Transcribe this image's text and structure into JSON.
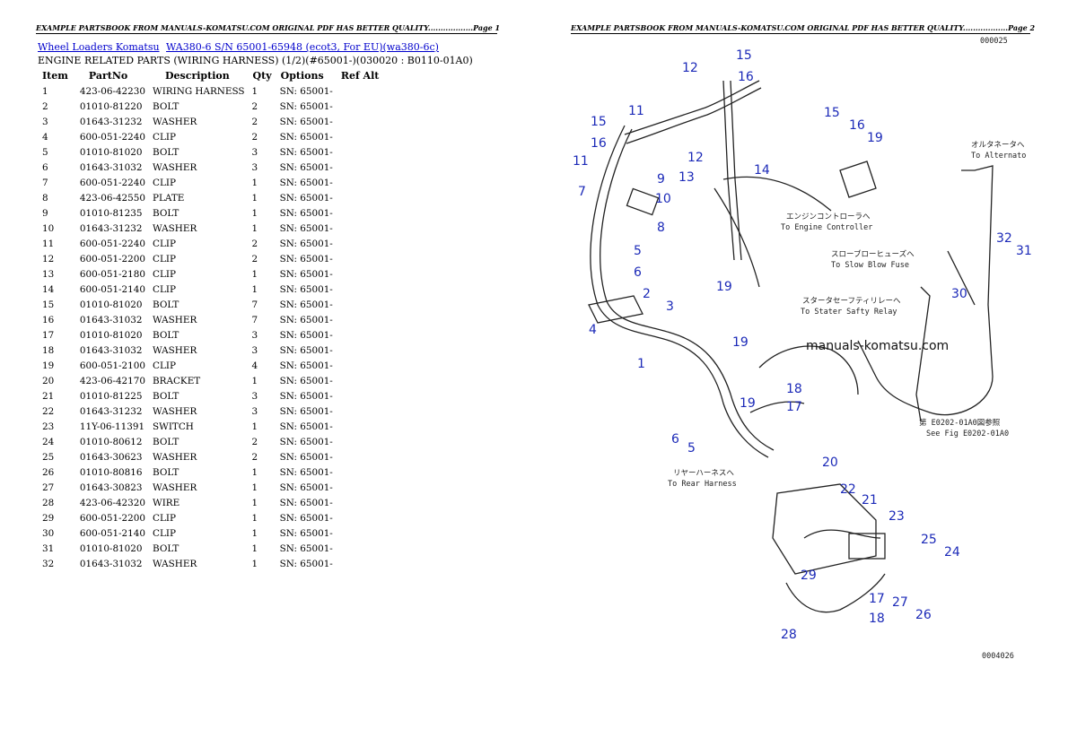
{
  "header": {
    "page1": "EXAMPLE PARTSBOOK FROM MANUALS-KOMATSU.COM ORIGINAL PDF HAS BETTER QUALITY..................Page 1",
    "page2": "EXAMPLE PARTSBOOK FROM MANUALS-KOMATSU.COM ORIGINAL PDF HAS BETTER QUALITY..................Page 2"
  },
  "breadcrumb": {
    "link1": "Wheel Loaders Komatsu",
    "link2": "WA380-6 S/N 65001-65948 (ecot3, For EU)(wa380-6c)"
  },
  "subtitle": "ENGINE RELATED PARTS (WIRING HARNESS) (1/2)(#65001-)(030020 : B0110-01A0)",
  "table": {
    "headers": [
      "Item",
      "PartNo",
      "Description",
      "Qty",
      "Options",
      "Ref Alt"
    ],
    "rows": [
      [
        "1",
        "423-06-42230",
        "WIRING HARNESS",
        "1",
        "SN: 65001-"
      ],
      [
        "2",
        "01010-81220",
        "BOLT",
        "2",
        "SN: 65001-"
      ],
      [
        "3",
        "01643-31232",
        "WASHER",
        "2",
        "SN: 65001-"
      ],
      [
        "4",
        "600-051-2240",
        "CLIP",
        "2",
        "SN: 65001-"
      ],
      [
        "5",
        "01010-81020",
        "BOLT",
        "3",
        "SN: 65001-"
      ],
      [
        "6",
        "01643-31032",
        "WASHER",
        "3",
        "SN: 65001-"
      ],
      [
        "7",
        "600-051-2240",
        "CLIP",
        "1",
        "SN: 65001-"
      ],
      [
        "8",
        "423-06-42550",
        "PLATE",
        "1",
        "SN: 65001-"
      ],
      [
        "9",
        "01010-81235",
        "BOLT",
        "1",
        "SN: 65001-"
      ],
      [
        "10",
        "01643-31232",
        "WASHER",
        "1",
        "SN: 65001-"
      ],
      [
        "11",
        "600-051-2240",
        "CLIP",
        "2",
        "SN: 65001-"
      ],
      [
        "12",
        "600-051-2200",
        "CLIP",
        "2",
        "SN: 65001-"
      ],
      [
        "13",
        "600-051-2180",
        "CLIP",
        "1",
        "SN: 65001-"
      ],
      [
        "14",
        "600-051-2140",
        "CLIP",
        "1",
        "SN: 65001-"
      ],
      [
        "15",
        "01010-81020",
        "BOLT",
        "7",
        "SN: 65001-"
      ],
      [
        "16",
        "01643-31032",
        "WASHER",
        "7",
        "SN: 65001-"
      ],
      [
        "17",
        "01010-81020",
        "BOLT",
        "3",
        "SN: 65001-"
      ],
      [
        "18",
        "01643-31032",
        "WASHER",
        "3",
        "SN: 65001-"
      ],
      [
        "19",
        "600-051-2100",
        "CLIP",
        "4",
        "SN: 65001-"
      ],
      [
        "20",
        "423-06-42170",
        "BRACKET",
        "1",
        "SN: 65001-"
      ],
      [
        "21",
        "01010-81225",
        "BOLT",
        "3",
        "SN: 65001-"
      ],
      [
        "22",
        "01643-31232",
        "WASHER",
        "3",
        "SN: 65001-"
      ],
      [
        "23",
        "11Y-06-11391",
        "SWITCH",
        "1",
        "SN: 65001-"
      ],
      [
        "24",
        "01010-80612",
        "BOLT",
        "2",
        "SN: 65001-"
      ],
      [
        "25",
        "01643-30623",
        "WASHER",
        "2",
        "SN: 65001-"
      ],
      [
        "26",
        "01010-80816",
        "BOLT",
        "1",
        "SN: 65001-"
      ],
      [
        "27",
        "01643-30823",
        "WASHER",
        "1",
        "SN: 65001-"
      ],
      [
        "28",
        "423-06-42320",
        "WIRE",
        "1",
        "SN: 65001-"
      ],
      [
        "29",
        "600-051-2200",
        "CLIP",
        "1",
        "SN: 65001-"
      ],
      [
        "30",
        "600-051-2140",
        "CLIP",
        "1",
        "SN: 65001-"
      ],
      [
        "31",
        "01010-81020",
        "BOLT",
        "1",
        "SN: 65001-"
      ],
      [
        "32",
        "01643-31032",
        "WASHER",
        "1",
        "SN: 65001-"
      ]
    ]
  },
  "diagram": {
    "notes": {
      "alternator_jp": "オルタネータへ",
      "alternator_en": "To Alternato",
      "engine_ctrl_jp": "エンジンコントローラへ",
      "engine_ctrl_en": "To Engine Controller",
      "slow_blow_jp": "スローブローヒューズへ",
      "slow_blow_en": "To Slow Blow Fuse",
      "starter_jp": "スタータセーフティリレーへ",
      "starter_en": "To Stater Safty Relay",
      "rear_jp": "リヤーハーネスへ",
      "rear_en": "To Rear Harness",
      "see_fig_jp": "第 E0202-01A0図参照",
      "see_fig_en": "See Fig E0202-01A0",
      "drawing_no": "0004026",
      "top_code": "000025"
    },
    "watermark": "manuals-komatsu.com",
    "callout_color": "#1c2ab8"
  }
}
